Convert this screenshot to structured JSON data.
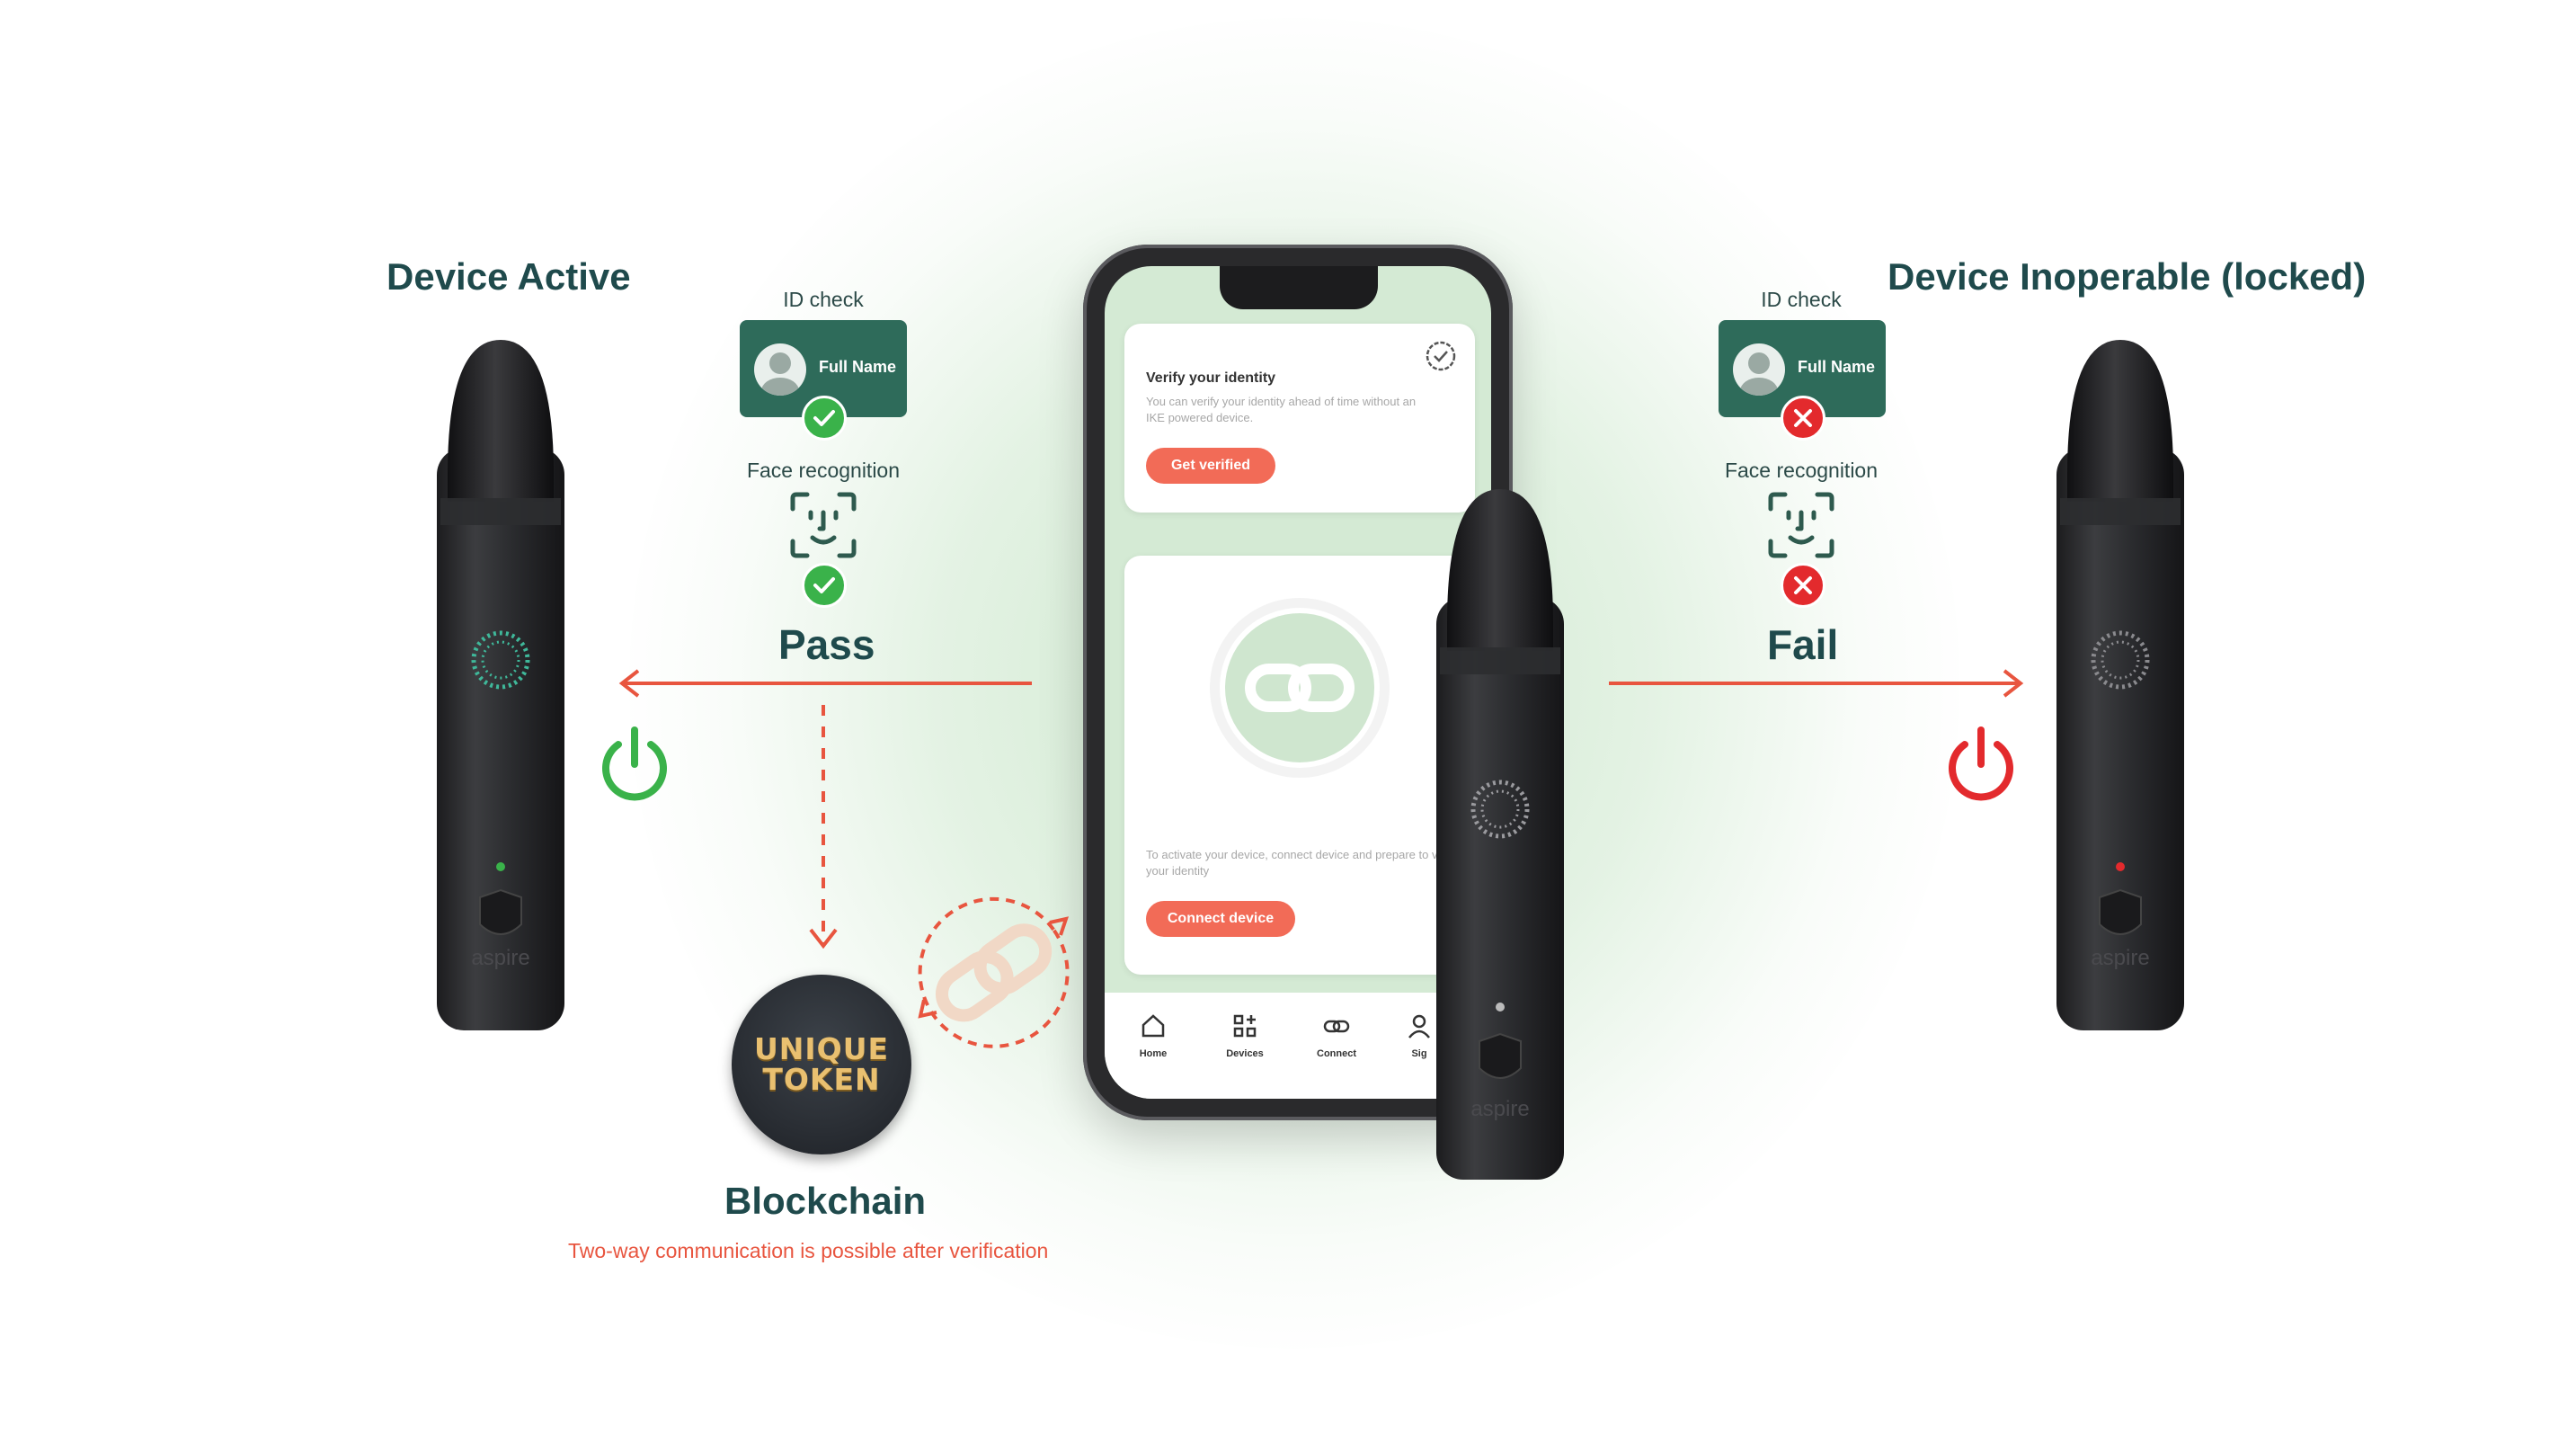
{
  "left": {
    "heading": "Device Active",
    "id_check_label": "ID check",
    "card_name": "Full Name",
    "face_label": "Face recognition",
    "status": "Pass",
    "result_color": "#3ab24a"
  },
  "right": {
    "heading": "Device Inoperable (locked)",
    "id_check_label": "ID check",
    "card_name": "Full Name",
    "face_label": "Face recognition",
    "status": "Fail",
    "result_color": "#e32a2d"
  },
  "phone": {
    "verify_card": {
      "title": "Verify your identity",
      "body": "You can verify your identity ahead of time without an IKE powered device.",
      "button": "Get verified"
    },
    "connect_card": {
      "body": "To activate your device, connect device and prepare to verify your identity",
      "button": "Connect device"
    },
    "tabs": [
      "Home",
      "Devices",
      "Connect",
      "Sig"
    ]
  },
  "device_brand": "aspire",
  "token": {
    "line1": "UNIQUE",
    "line2": "TOKEN",
    "title": "Blockchain",
    "caption": "Two-way communication is possible after verification"
  },
  "colors": {
    "heading": "#1f4a4c",
    "card": "#2e6b5a",
    "arrow": "#e8553f",
    "button": "#f26b57"
  }
}
